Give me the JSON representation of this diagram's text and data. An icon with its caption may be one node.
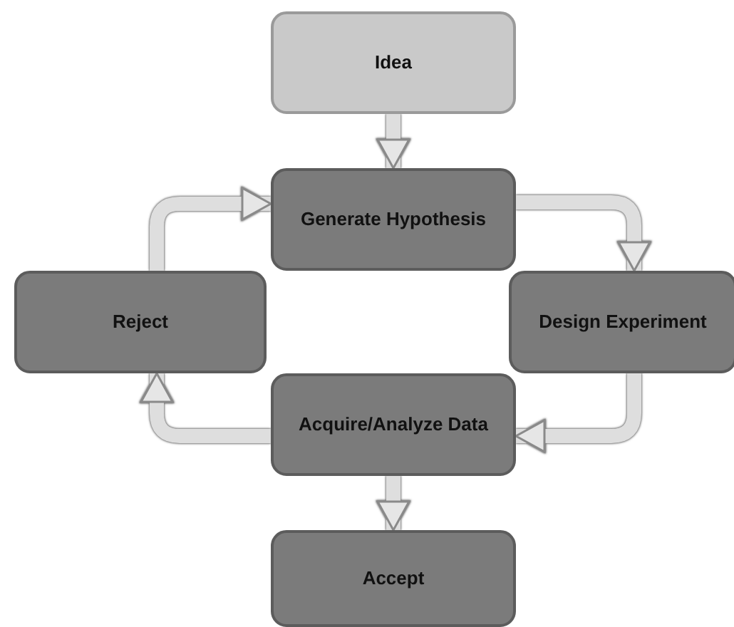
{
  "diagram": {
    "nodes": [
      {
        "text": [
          "Idea"
        ]
      },
      {
        "text": [
          "Generate Hypothesis"
        ]
      },
      {
        "text": [
          "Design Experiment"
        ]
      },
      {
        "text": [
          "Acquire/Analyze Data"
        ]
      },
      {
        "text": [
          "Accept"
        ]
      },
      {
        "text": [
          "Reject"
        ]
      }
    ],
    "edges": [
      {
        "from": 0,
        "to": 1,
        "arrow": "to"
      },
      {
        "from": 1,
        "to": 2,
        "arrow": "to"
      },
      {
        "from": 2,
        "to": 3,
        "arrow": "to"
      },
      {
        "from": 3,
        "to": 4,
        "arrow": "to"
      },
      {
        "from": 3,
        "to": 5,
        "arrow": "to"
      },
      {
        "from": 5,
        "to": 1,
        "arrow": "to"
      }
    ]
  }
}
